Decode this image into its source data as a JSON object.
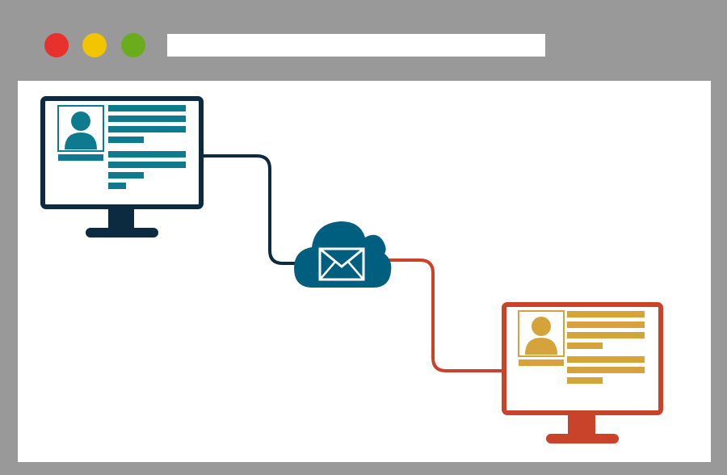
{
  "window": {
    "frame_color": "#999999",
    "content_color": "#ffffff",
    "controls": [
      {
        "name": "close",
        "color": "#e8302d"
      },
      {
        "name": "minimize",
        "color": "#f2c500"
      },
      {
        "name": "maximize",
        "color": "#6bac1d"
      }
    ],
    "address_bar": {
      "value": "",
      "color": "#ffffff"
    }
  },
  "diagram": {
    "sender": {
      "frame_color": "#0c2b40",
      "content_color": "#0e7a8d"
    },
    "cloud": {
      "color": "#005f7f",
      "icon": "envelope-icon"
    },
    "receiver": {
      "frame_color": "#c8432a",
      "content_color": "#d4a43b"
    },
    "links": {
      "sender_color": "#0c2b40",
      "receiver_color": "#c8432a"
    }
  }
}
